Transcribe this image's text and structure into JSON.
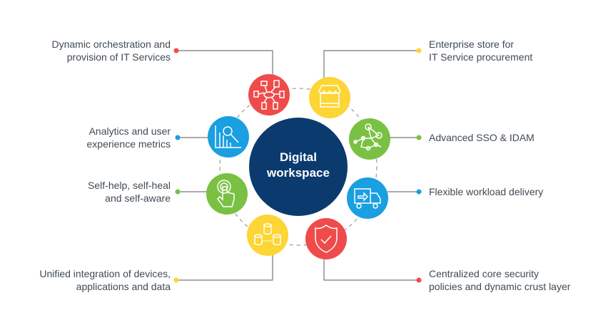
{
  "center": {
    "line1": "Digital",
    "line2": "workspace",
    "color": "#0b3a6e"
  },
  "colors": {
    "red": "#ef4b4b",
    "yellow": "#fdd534",
    "green": "#7ac143",
    "blue": "#1a9fe0",
    "line": "#777777",
    "text": "#3f4a55"
  },
  "left_items": [
    {
      "line1": "Dynamic orchestration and",
      "line2": "provision of IT Services",
      "icon": "network-devices-icon",
      "color": "red"
    },
    {
      "line1": "Analytics and user",
      "line2": "experience metrics",
      "icon": "analytics-chart-icon",
      "color": "blue"
    },
    {
      "line1": "Self-help, self-heal",
      "line2": "and self-aware",
      "icon": "touch-hand-icon",
      "color": "green"
    },
    {
      "line1": "Unified integration of devices,",
      "line2": "applications and data",
      "icon": "database-icon",
      "color": "yellow"
    }
  ],
  "right_items": [
    {
      "line1": "Enterprise store for",
      "line2": "IT Service procurement",
      "icon": "storefront-icon",
      "color": "yellow"
    },
    {
      "line1": "Advanced SSO & IDAM",
      "icon": "identity-network-icon",
      "color": "green"
    },
    {
      "line1": "Flexible workload delivery",
      "icon": "delivery-truck-icon",
      "color": "blue"
    },
    {
      "line1": "Centralized core security",
      "line2": "policies and dynamic crust layer",
      "icon": "security-shield-icon",
      "color": "red"
    }
  ]
}
